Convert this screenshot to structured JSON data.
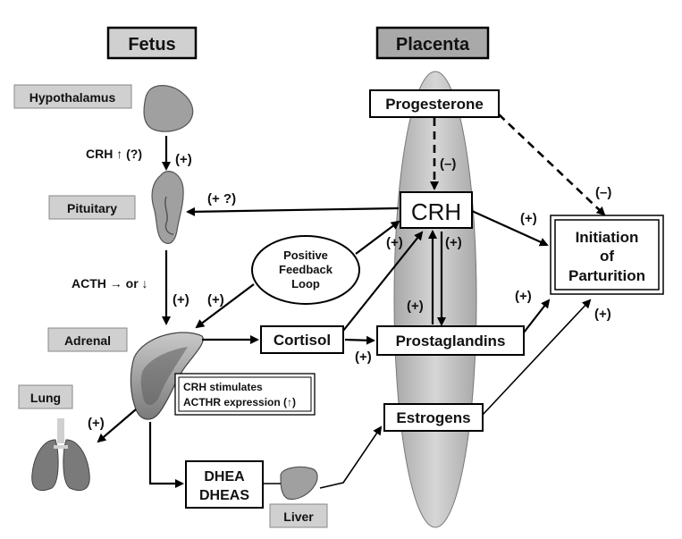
{
  "headers": {
    "fetus": "Fetus",
    "placenta": "Placenta"
  },
  "fetal_labels": {
    "hypothalamus": "Hypothalamus",
    "pituitary": "Pituitary",
    "adrenal": "Adrenal",
    "lung": "Lung",
    "liver": "Liver"
  },
  "nodes": {
    "progesterone": "Progesterone",
    "crh": "CRH",
    "initiation_line1": "Initiation",
    "initiation_line2": "of",
    "initiation_line3": "Parturition",
    "cortisol": "Cortisol",
    "prostaglandins": "Prostaglandins",
    "estrogens": "Estrogens",
    "dhea_line1": "DHEA",
    "dhea_line2": "DHEAS",
    "feedback_line1": "Positive",
    "feedback_line2": "Feedback",
    "feedback_line3": "Loop"
  },
  "notes": {
    "crh_stim_line1": "CRH stimulates",
    "crh_stim_line2": "ACTHR expression (↑)",
    "crh_label": "CRH ↑ (?)",
    "acth_label": "ACTH → or ↓"
  },
  "signs": {
    "hypo_pit": "(+)",
    "crh_pit": "(+ ?)",
    "pit_adr": "(+)",
    "loop_adr": "(+)",
    "prog_crh": "(–)",
    "prog_init": "(–)",
    "crh_init": "(+)",
    "cort_crh": "(+)",
    "pg_crh": "(+)",
    "crh_pg": "(+)",
    "pg_init": "(+)",
    "est_init": "(+)",
    "cort_pg": "(+)",
    "adr_lung": "(+)"
  },
  "colors": {
    "gray_box": "#d0d0d0",
    "dark_box": "#a9a9a9",
    "placenta": "#c8c8c8",
    "organ": "#a0a0a0",
    "outline": "#000000"
  }
}
